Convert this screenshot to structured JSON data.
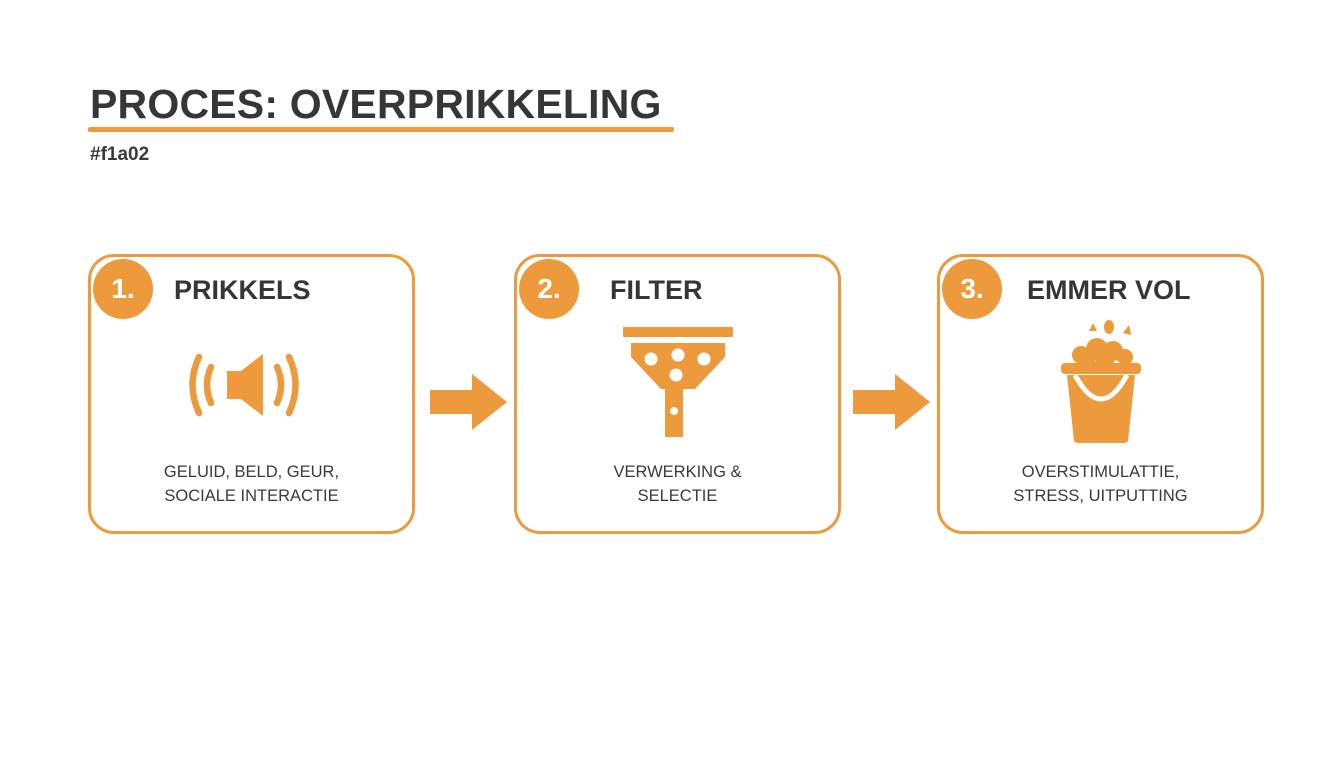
{
  "header": {
    "title": "PROCES: OVERPRIKKELING",
    "code": "#f1a02"
  },
  "colors": {
    "accent": "#ec9a3c",
    "text": "#363636",
    "background": "#ffffff"
  },
  "steps": [
    {
      "number": "1.",
      "title": "PRIKKELS",
      "icon": "speaker-sound-icon",
      "description_lines": [
        "GELUID, BELD, GEUR,",
        "SOCIALE INTERACTIE"
      ]
    },
    {
      "number": "2.",
      "title": "FILTER",
      "icon": "funnel-filter-icon",
      "description_lines": [
        "VERWERKING &",
        "SELECTIE"
      ]
    },
    {
      "number": "3.",
      "title": "EMMER VOL",
      "icon": "overflowing-bucket-icon",
      "description_lines": [
        "OVERSTIMULATTIE,",
        "STRESS, UITPUTTING"
      ]
    }
  ],
  "connectors": [
    "arrow-right-icon",
    "arrow-right-icon"
  ]
}
